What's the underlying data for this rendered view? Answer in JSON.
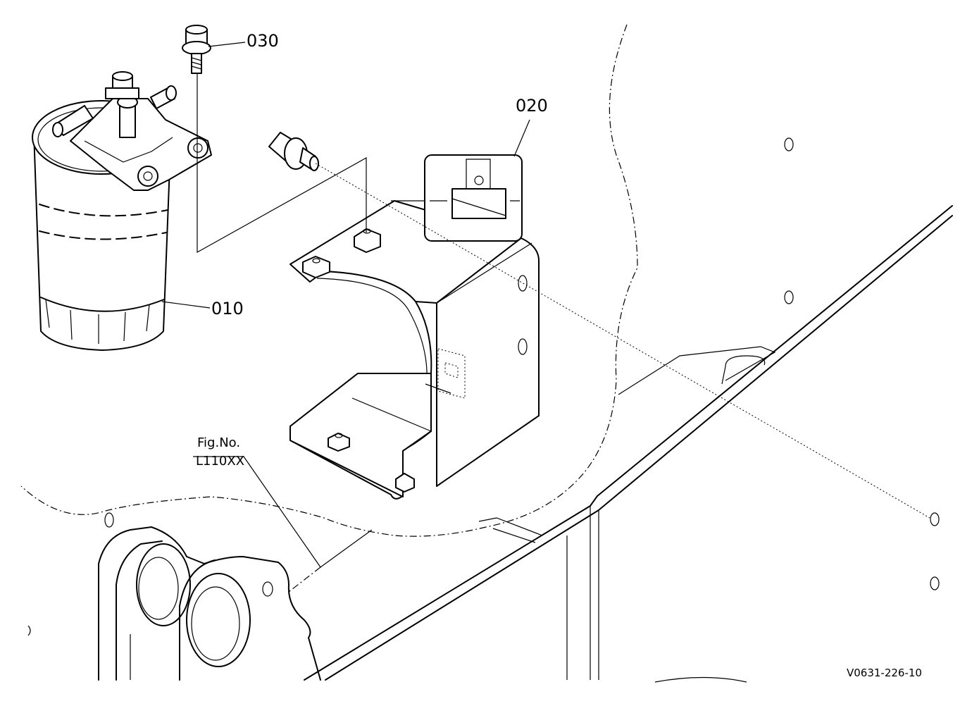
{
  "parts": [
    {
      "id": "010",
      "label": "010"
    },
    {
      "id": "020",
      "label": "020"
    },
    {
      "id": "030",
      "label": "030"
    }
  ],
  "figure_ref": {
    "line1": "Fig.No.",
    "line2": "L110XX"
  },
  "drawing_number": "V0631-226-10"
}
